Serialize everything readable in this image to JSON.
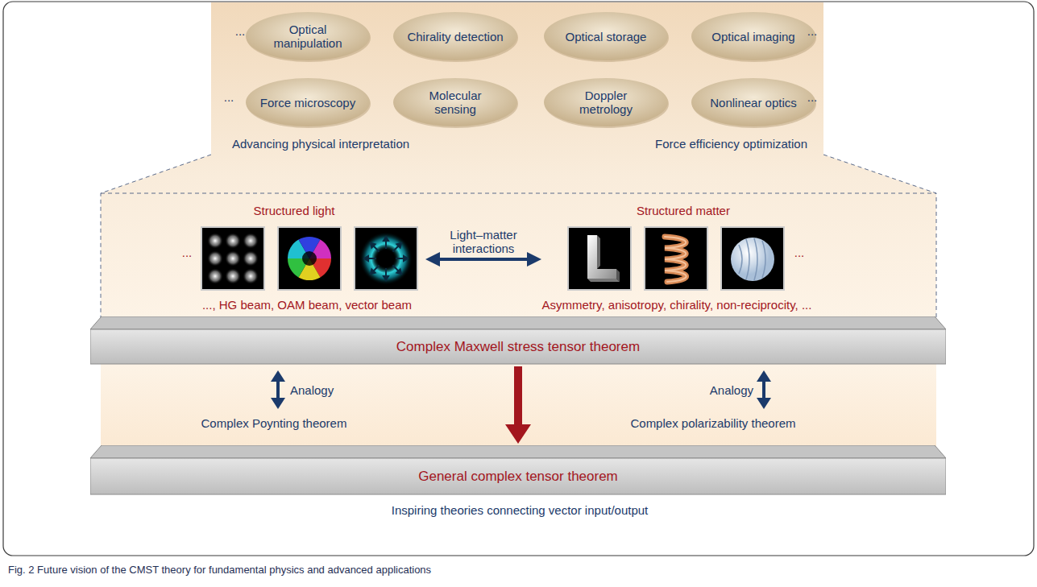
{
  "diagram": {
    "caption": "Fig. 2 Future vision of the CMST theory for fundamental physics and advanced applications",
    "nodes": [
      {
        "text": [
          "Optical manipulation"
        ]
      },
      {
        "text": [
          "Chirality detection"
        ]
      },
      {
        "text": [
          "Optical storage"
        ]
      },
      {
        "text": [
          "Optical imaging"
        ]
      },
      {
        "text": [
          "Force microscopy"
        ]
      },
      {
        "text": [
          "Molecular sensing"
        ]
      },
      {
        "text": [
          "Doppler metrology"
        ]
      },
      {
        "text": [
          "Nonlinear optics"
        ]
      },
      {
        "text": [
          "Complex Maxwell stress tensor theorem"
        ]
      },
      {
        "text": [
          "General complex tensor theorem"
        ]
      }
    ],
    "edges": [
      {
        "from": 8,
        "to": 9,
        "arrow": "to"
      }
    ],
    "labels": [
      "...",
      "...",
      "...",
      "...",
      "Advancing physical interpretation",
      "Force efficiency optimization",
      "Structured light",
      "Structured matter",
      "Light–matter interactions",
      "...",
      "...",
      "..., HG beam, OAM beam, vector beam",
      "Asymmetry, anisotropy, chirality, non-reciprocity, ...",
      "Analogy",
      "Analogy",
      "Complex Poynting theorem",
      "Complex polarizability theorem",
      "Inspiring theories connecting vector input/output"
    ]
  }
}
